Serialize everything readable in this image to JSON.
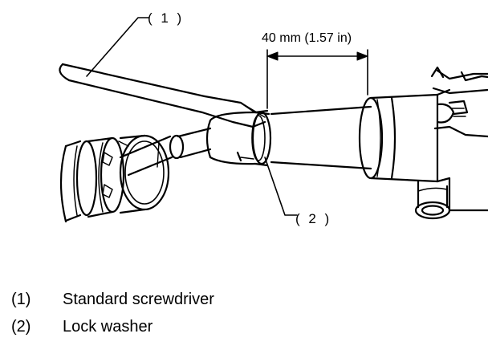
{
  "figure": {
    "dimension_label": "40 mm (1.57 in)",
    "callouts": [
      {
        "number": "( 1 )"
      },
      {
        "number": "( 2 )"
      }
    ]
  },
  "legend": [
    {
      "number": "(1)",
      "text": "Standard screwdriver"
    },
    {
      "number": "(2)",
      "text": "Lock washer"
    }
  ]
}
